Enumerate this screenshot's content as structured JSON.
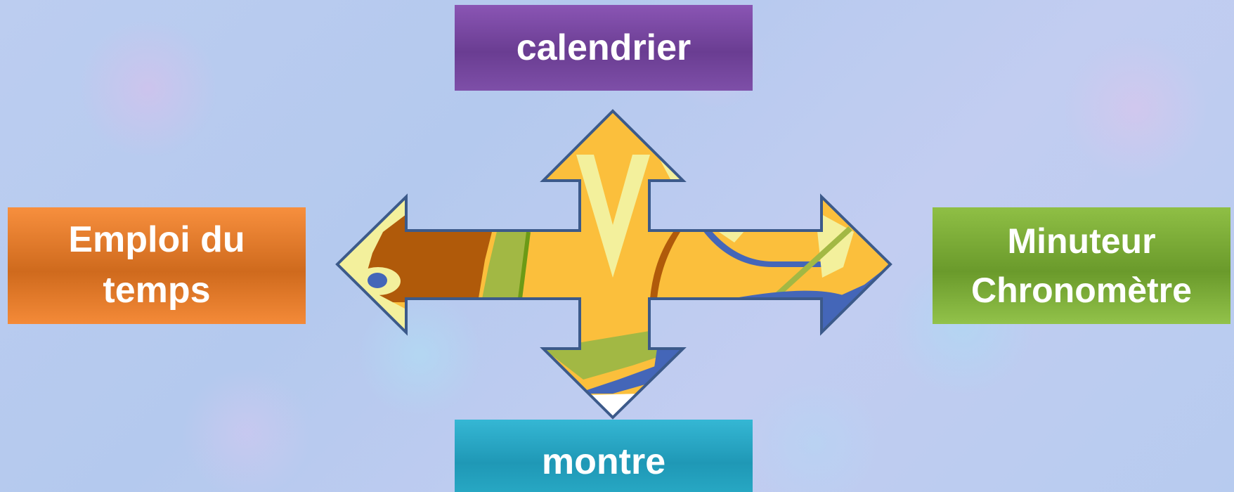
{
  "diagram": {
    "labels": {
      "top": "calendrier",
      "bottom": "montre",
      "left_line1": "Emploi du",
      "left_line2": "temps",
      "right_line1": "Minuteur",
      "right_line2": "Chronomètre"
    },
    "colors": {
      "top_box": "#7b4ea5",
      "bottom_box": "#2aa9c6",
      "left_box": "#f0842f",
      "right_box": "#86b640",
      "arrow_fill": "#fbbf3c",
      "arrow_outline": "#3c5a8a",
      "brown": "#b05a0a",
      "cream": "#f3f09c",
      "olive": "#a2b844",
      "blue": "#4466b8"
    },
    "icon": "four-way-arrow-icon"
  }
}
